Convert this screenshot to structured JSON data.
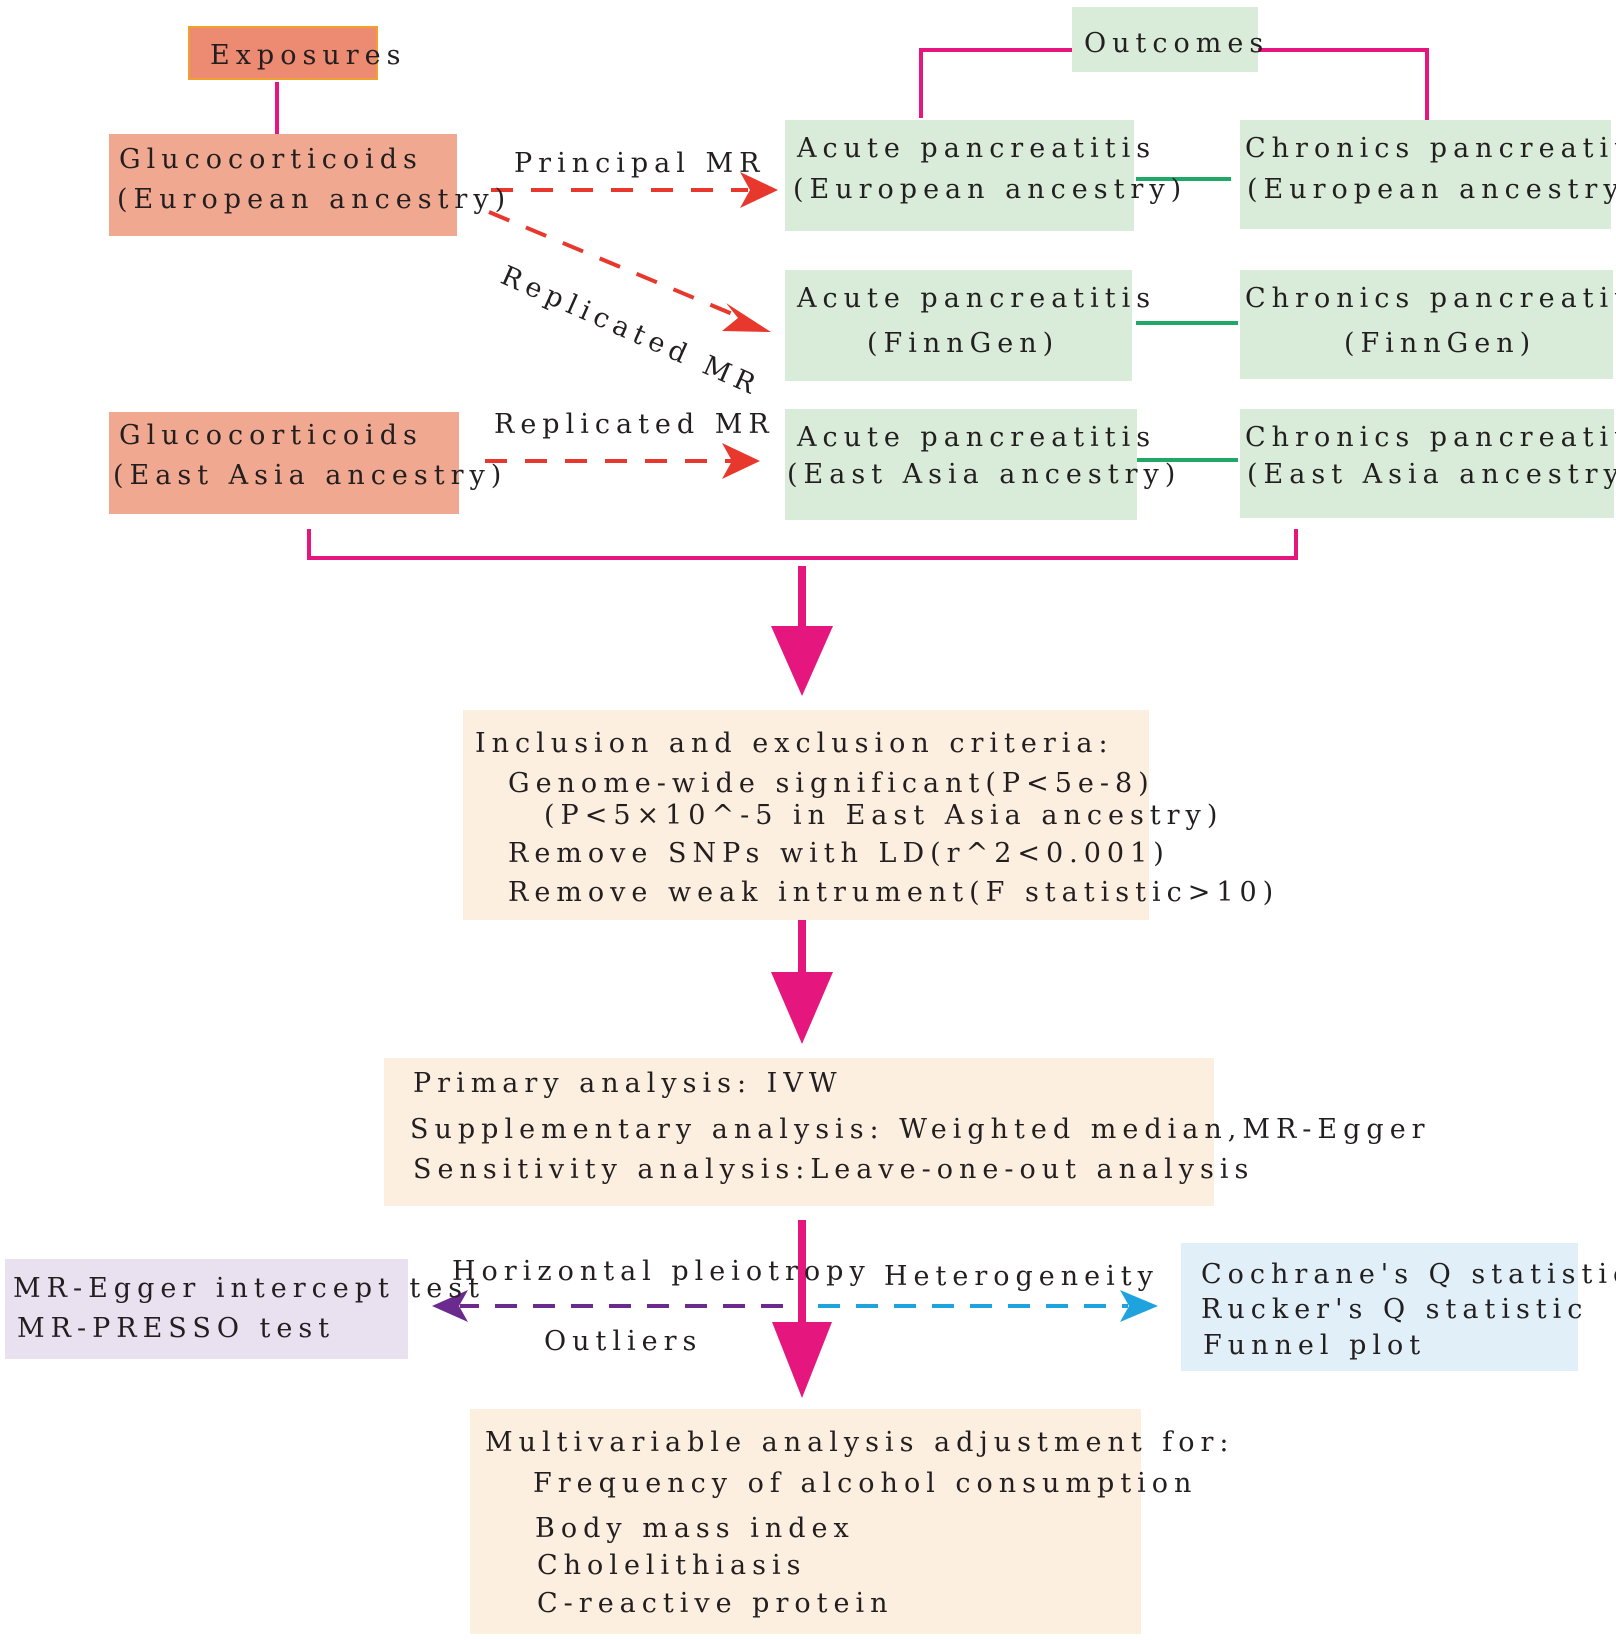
{
  "exposures": {
    "header": "Exposures",
    "european": [
      "Glucocorticoids",
      "(European ancestry)"
    ],
    "east_asia": [
      "Glucocorticoids",
      "(East Asia ancestry)"
    ]
  },
  "outcomes": {
    "header": "Outcomes",
    "acute_european": [
      "Acute pancreatitis",
      "(European ancestry)"
    ],
    "chronic_european": [
      "Chronics pancreatitis",
      "(European ancestry)"
    ],
    "acute_finngen": [
      "Acute pancreatitis",
      "(FinnGen)"
    ],
    "chronic_finngen": [
      "Chronics pancreatitis",
      "(FinnGen)"
    ],
    "acute_east_asia": [
      "Acute pancreatitis",
      "(East Asia ancestry)"
    ],
    "chronic_east_asia": [
      "Chronics pancreatitis",
      "(East Asia ancestry)"
    ]
  },
  "arrows": {
    "principal": "Principal MR",
    "replicated_finngen": "Replicated MR",
    "replicated_east_asia": "Replicated MR"
  },
  "criteria": {
    "title": "Inclusion and exclusion criteria:",
    "lines": [
      "Genome-wide significant(P<5e-8)",
      "(P<5×10^-5 in East Asia ancestry)",
      "Remove SNPs with LD(r^2<0.001)",
      "Remove weak intrument(F statistic>10)"
    ]
  },
  "analysis": {
    "lines": [
      "Primary analysis: IVW",
      "Supplementary analysis: Weighted median,MR-Egger",
      "Sensitivity analysis:Leave-one-out analysis"
    ]
  },
  "pleiotropy": {
    "label": "Horizontal pleiotropy",
    "sub_label": "Outliers",
    "tests": [
      "MR-Egger intercept test",
      "MR-PRESSO test"
    ]
  },
  "heterogeneity": {
    "label": "Heterogeneity",
    "tests": [
      "Cochrane's Q statistic",
      "Rucker's Q statistic",
      "Funnel plot"
    ]
  },
  "multivariable": {
    "title": "Multivariable analysis adjustment for:",
    "lines": [
      "Frequency of alcohol consumption",
      "Body mass index",
      "Cholelithiasis",
      "C-reactive protein"
    ]
  },
  "colors": {
    "magenta": "#e5177e",
    "red_arrow": "#e8372c",
    "green_link": "#1fa866",
    "purple_arrow": "#6a2a8e",
    "blue_arrow": "#1ea3df"
  }
}
